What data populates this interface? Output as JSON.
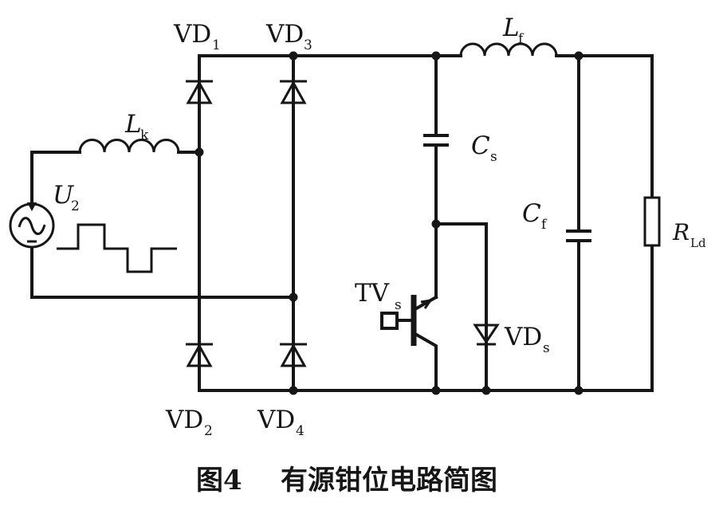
{
  "figure": {
    "caption_prefix": "图4",
    "caption_text": "有源钳位电路简图"
  },
  "components": {
    "u2": {
      "name": "U",
      "sub": "2"
    },
    "lk": {
      "name": "L",
      "sub": "k"
    },
    "vd1": {
      "name": "VD",
      "sub": "1"
    },
    "vd2": {
      "name": "VD",
      "sub": "2"
    },
    "vd3": {
      "name": "VD",
      "sub": "3"
    },
    "vd4": {
      "name": "VD",
      "sub": "4"
    },
    "cs": {
      "name": "C",
      "sub": "s"
    },
    "tvs": {
      "name": "TV",
      "sub": "s"
    },
    "vds": {
      "name": "VD",
      "sub": "s"
    },
    "lf": {
      "name": "L",
      "sub": "f"
    },
    "cf": {
      "name": "C",
      "sub": "f"
    },
    "rld": {
      "name": "R",
      "sub": "Ld"
    }
  },
  "colors": {
    "ink": "#161616",
    "background": "#ffffff"
  }
}
